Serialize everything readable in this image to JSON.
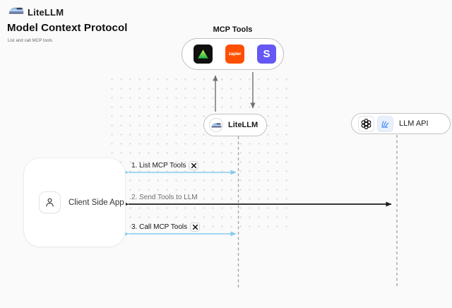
{
  "header": {
    "brand": "LiteLLM",
    "title": "Model Context Protocol",
    "subtitle": "List and call MCP tools"
  },
  "mcp_tools": {
    "label": "MCP Tools",
    "icons": [
      {
        "name": "green-triangle-tool-icon"
      },
      {
        "name": "zapier-icon",
        "label": "zapier"
      },
      {
        "name": "stripe-icon",
        "label": "S"
      }
    ]
  },
  "nodes": {
    "litellm": {
      "label": "LiteLLM",
      "icon": "litellm-train-icon"
    },
    "llm_api": {
      "label": "LLM API",
      "icons": [
        "openai-icon",
        "llm-provider-icon"
      ]
    },
    "client": {
      "label": "Client Side App",
      "icon": "person-icon"
    }
  },
  "edges": [
    {
      "label": "1. List MCP Tools",
      "has_tool_icon": true,
      "from": "Client Side App",
      "to": "LiteLLM",
      "direction": "both",
      "color": "#87cbee"
    },
    {
      "label": "2. Send Tools to LLM",
      "has_tool_icon": false,
      "from": "Client Side App",
      "to": "LLM API",
      "direction": "both",
      "color": "#1c1c1c"
    },
    {
      "label": "3. Call MCP Tools",
      "has_tool_icon": true,
      "from": "Client Side App",
      "to": "LiteLLM",
      "direction": "both",
      "color": "#87cbee"
    }
  ],
  "vertical_edges": [
    {
      "from": "LiteLLM",
      "to": "MCP Tools",
      "direction": "up",
      "color": "#6f6f6f"
    },
    {
      "from": "MCP Tools",
      "to": "LiteLLM",
      "direction": "down",
      "color": "#6f6f6f"
    }
  ],
  "colors": {
    "background": "#fafafa",
    "box_border": "#c2c2c2",
    "blue_arrow": "#87cbee",
    "black_arrow": "#1c1c1c",
    "gray_arrow": "#6f6f6f",
    "dashed_line": "#a6a6a6",
    "zapier_orange": "#ff4f00",
    "stripe_purple": "#6558f5",
    "tool_green": "#2fd253",
    "dot_grid": "#d7d7d7"
  }
}
